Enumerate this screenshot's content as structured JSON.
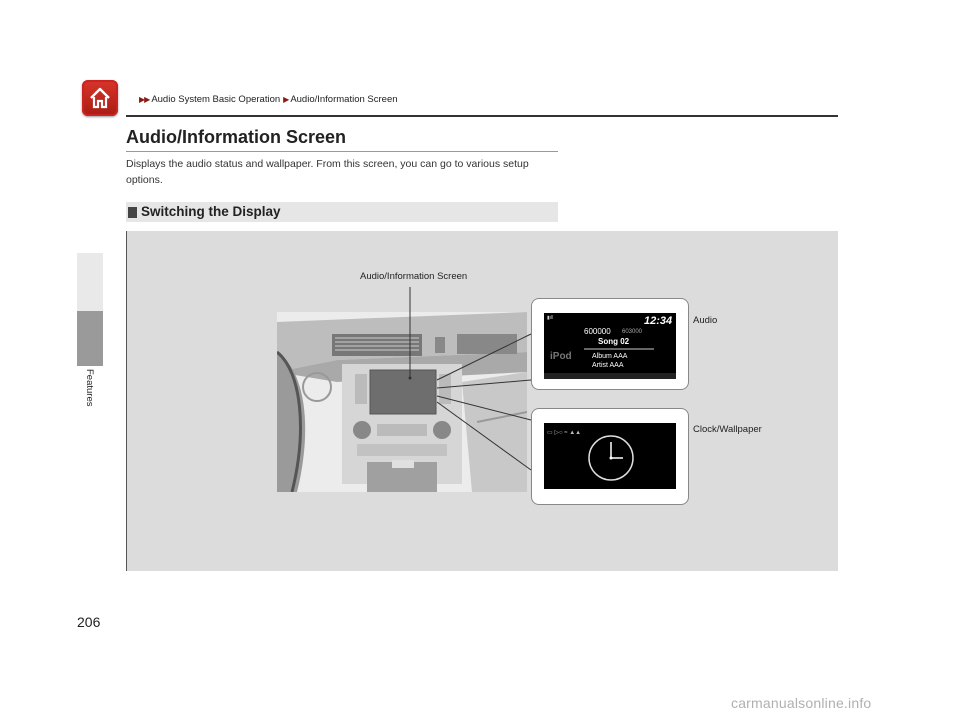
{
  "breadcrumb": {
    "items": [
      "Audio System Basic Operation",
      "Audio/Information Screen"
    ]
  },
  "sidebar": {
    "section_label": "Features"
  },
  "page": {
    "title": "Audio/Information Screen",
    "description": "Displays the audio status and wallpaper. From this screen, you can go to various setup options.",
    "number": "206"
  },
  "section": {
    "heading": "Switching the Display"
  },
  "figure": {
    "caption_screen": "Audio/Information Screen",
    "caption_audio": "Audio",
    "caption_clock": "Clock/Wallpaper",
    "audio_screen": {
      "clock": "12:34",
      "freq_main": "600000",
      "freq_sub": "603000",
      "song": "Song 02",
      "source": "iPod",
      "album": "Album AAA",
      "artist": "Artist AAA"
    }
  },
  "watermark": "carmanualsonline.info",
  "colors": {
    "home_button": "#c0261d",
    "breadcrumb_arrow": "#8a1b14",
    "figure_bg": "#dcdcdc"
  }
}
